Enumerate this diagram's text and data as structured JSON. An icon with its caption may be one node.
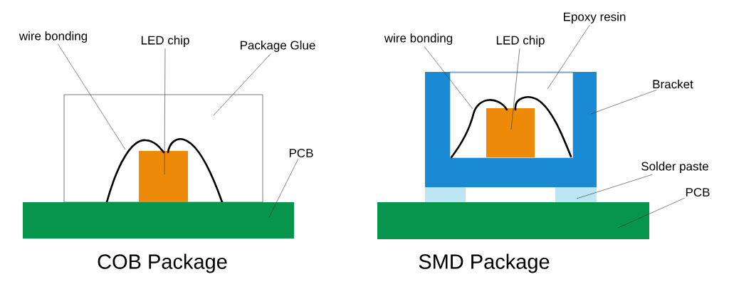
{
  "diagram": {
    "nodes": [
      {
        "text": [
          "wire bonding"
        ]
      },
      {
        "text": [
          "LED chip"
        ]
      },
      {
        "text": [
          "Package Glue"
        ]
      },
      {
        "text": [
          "PCB"
        ]
      },
      {
        "text": [],
        "shape": "box"
      },
      {
        "text": [],
        "shape": "box",
        "in": 4
      },
      {
        "text": [],
        "shape": "wire",
        "in": 4
      },
      {
        "text": [],
        "shape": "wire",
        "in": 4
      },
      {
        "text": [],
        "shape": "bar"
      },
      {
        "text": [
          "Epoxy resin"
        ]
      },
      {
        "text": [
          "wire bonding"
        ]
      },
      {
        "text": [
          "LED chip"
        ]
      },
      {
        "text": [
          "Bracket"
        ]
      },
      {
        "text": [
          "Solder paste"
        ]
      },
      {
        "text": [
          "PCB"
        ]
      },
      {
        "text": [],
        "shape": "box"
      },
      {
        "text": [],
        "shape": "box",
        "in": 15
      },
      {
        "text": [],
        "shape": "box",
        "in": 16
      },
      {
        "text": [],
        "shape": "wire",
        "in": 16
      },
      {
        "text": [],
        "shape": "wire",
        "in": 16
      },
      {
        "text": [],
        "shape": "box"
      },
      {
        "text": [],
        "shape": "box"
      },
      {
        "text": [],
        "shape": "bar"
      }
    ],
    "edges": [
      {
        "from": 0,
        "to": 6,
        "arrow": "none"
      },
      {
        "from": 1,
        "to": 5,
        "arrow": "none"
      },
      {
        "from": 2,
        "to": 4,
        "arrow": "none"
      },
      {
        "from": 3,
        "to": 8,
        "arrow": "none"
      },
      {
        "from": 9,
        "to": 16,
        "arrow": "none"
      },
      {
        "from": 10,
        "to": 18,
        "arrow": "none"
      },
      {
        "from": 11,
        "to": 17,
        "arrow": "none"
      },
      {
        "from": 12,
        "to": 15,
        "arrow": "none"
      },
      {
        "from": 13,
        "to": 21,
        "arrow": "none"
      },
      {
        "from": 14,
        "to": 22,
        "arrow": "none"
      }
    ],
    "labels": [
      "COB Package",
      "SMD Package"
    ]
  }
}
